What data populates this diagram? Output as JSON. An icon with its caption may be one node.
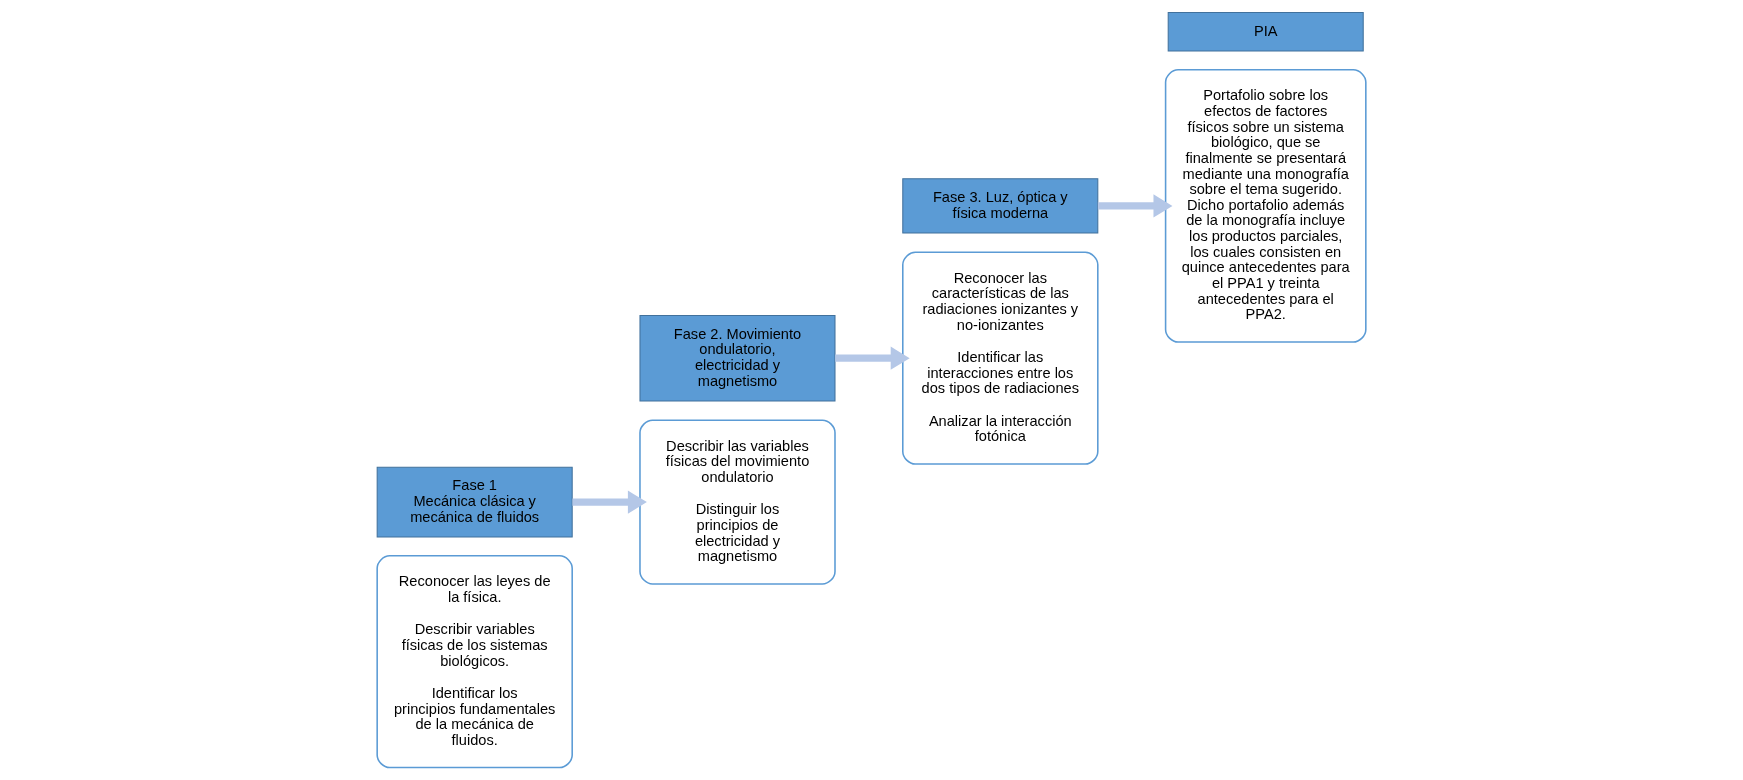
{
  "diagram": {
    "nodes": [
      {
        "text": [
          "Reconocer las leyes de la física.",
          "Describir variables físicas de los sistemas biológicos.",
          "Identificar los principios fundamentales de la mecánica de fluidos."
        ]
      },
      {
        "text": [
          "Fase 1",
          "Mecánica clásica y mecánica de fluidos"
        ]
      },
      {
        "text": [
          "Fase 2. Movimiento ondulatorio, electricidad y magnetismo"
        ]
      },
      {
        "text": [
          "Describir las variables físicas del movimiento ondulatorio",
          "Distinguir los principios de electricidad y magnetismo"
        ]
      },
      {
        "text": [
          "Reconocer las características de las radiaciones ionizantes y no-ionizantes",
          "Identificar las interacciones entre los dos tipos de radiaciones",
          "Analizar la interacción fotónica"
        ]
      },
      {
        "text": [
          "Fase 3. Luz, óptica y física moderna"
        ]
      },
      {
        "text": [
          "PIA"
        ]
      },
      {
        "text": [
          "Portafolio sobre los efectos de factores físicos sobre un sistema biológico, que se finalmente se presentará mediante una monografía sobre el tema sugerido. Dicho portafolio además de la monografía incluye los productos parciales, los cuales consisten en quince antecedentes para el PPA1 y treinta antecedentes para el PPA2."
        ]
      }
    ],
    "edges": [
      {
        "from": 1,
        "to": 3,
        "arrow": "to"
      },
      {
        "from": 2,
        "to": 4,
        "arrow": "to"
      },
      {
        "from": 5,
        "to": 7,
        "arrow": "to"
      }
    ]
  }
}
